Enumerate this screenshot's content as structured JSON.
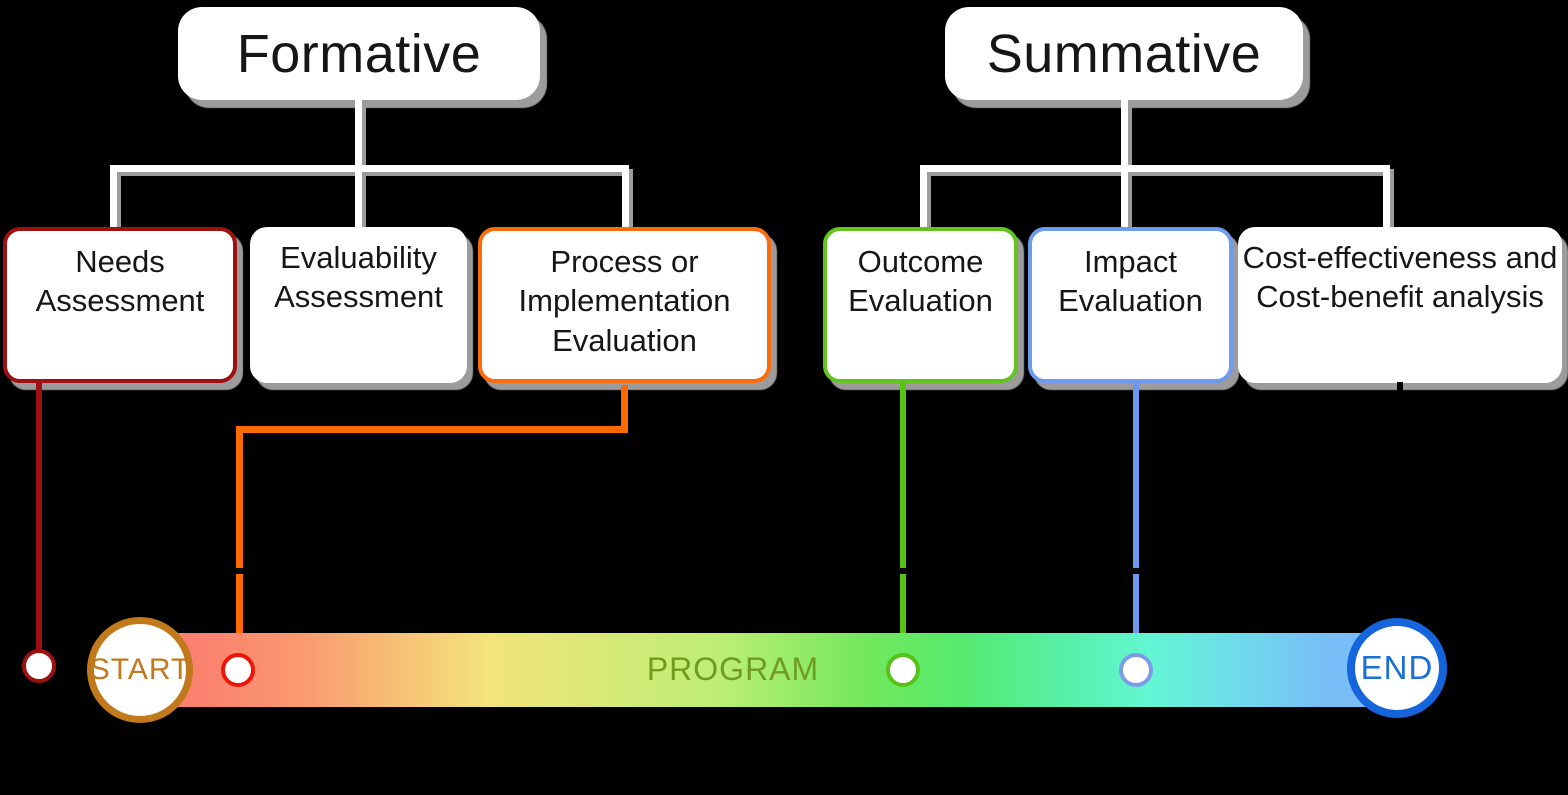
{
  "background_color": "#000000",
  "groups": {
    "formative": {
      "title": "Formative",
      "children": [
        {
          "label": "Needs Assessment",
          "border_color": "#9E1111"
        },
        {
          "label": "Evaluability Assessment",
          "border_color": "#FFFFFF"
        },
        {
          "label": "Process or Implementation Evaluation",
          "border_color": "#FB6C0C"
        }
      ]
    },
    "summative": {
      "title": "Summative",
      "children": [
        {
          "label": "Outcome Evaluation",
          "border_color": "#63C421"
        },
        {
          "label": "Impact Evaluation",
          "border_color": "#6E9BEB"
        },
        {
          "label": "Cost-effectiveness and Cost-benefit analysis",
          "border_color": "#FFFFFF"
        }
      ]
    }
  },
  "timeline": {
    "start_label": "START",
    "program_label": "PROGRAM",
    "end_label": "END",
    "start_ring_color": "#C1791B",
    "end_ring_color": "#1465DB",
    "bar_gradient": [
      "#FB7E6E",
      "#F3E47B",
      "#72E85C",
      "#63F6D3",
      "#7CB7F8"
    ],
    "markers": [
      {
        "connects": "Needs Assessment",
        "line_color": "#9E1111",
        "dot_ring_color": "#9E1111"
      },
      {
        "connects": "Process or Implementation Evaluation",
        "line_color": "#FF6A00",
        "dot_ring_color": "#EE1507"
      },
      {
        "connects": "Outcome Evaluation",
        "line_color": "#55C316",
        "dot_ring_color": "#55C316"
      },
      {
        "connects": "Impact Evaluation",
        "line_color": "#6D96EE",
        "dot_ring_color": "#7D9BE8"
      }
    ]
  }
}
